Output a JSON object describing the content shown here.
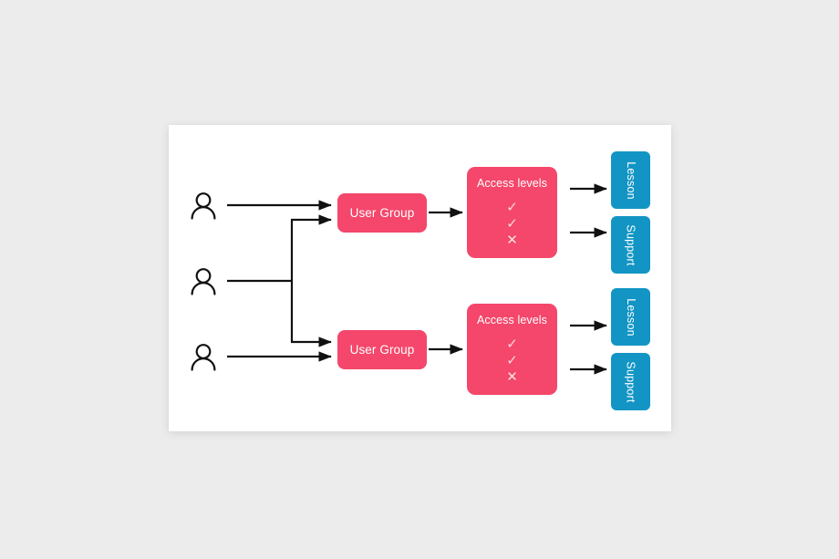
{
  "background_color": "#ececec",
  "card": {
    "background_color": "#ffffff"
  },
  "colors": {
    "pink": "#f4476b",
    "blue": "#1295c4",
    "arrow": "#111111",
    "text_on_color": "#ffffff"
  },
  "actors": [
    {
      "name": "user-top",
      "icon": "person-icon"
    },
    {
      "name": "user-middle",
      "icon": "person-icon"
    },
    {
      "name": "user-bottom",
      "icon": "person-icon"
    }
  ],
  "groups": [
    {
      "label": "User Group"
    },
    {
      "label": "User Group"
    }
  ],
  "access_levels": [
    {
      "title": "Access levels",
      "marks": [
        "✓",
        "✓",
        "✕"
      ]
    },
    {
      "title": "Access levels",
      "marks": [
        "✓",
        "✓",
        "✕"
      ]
    }
  ],
  "resources": [
    {
      "label": "Lesson"
    },
    {
      "label": "Support"
    },
    {
      "label": "Lesson"
    },
    {
      "label": "Support"
    }
  ]
}
